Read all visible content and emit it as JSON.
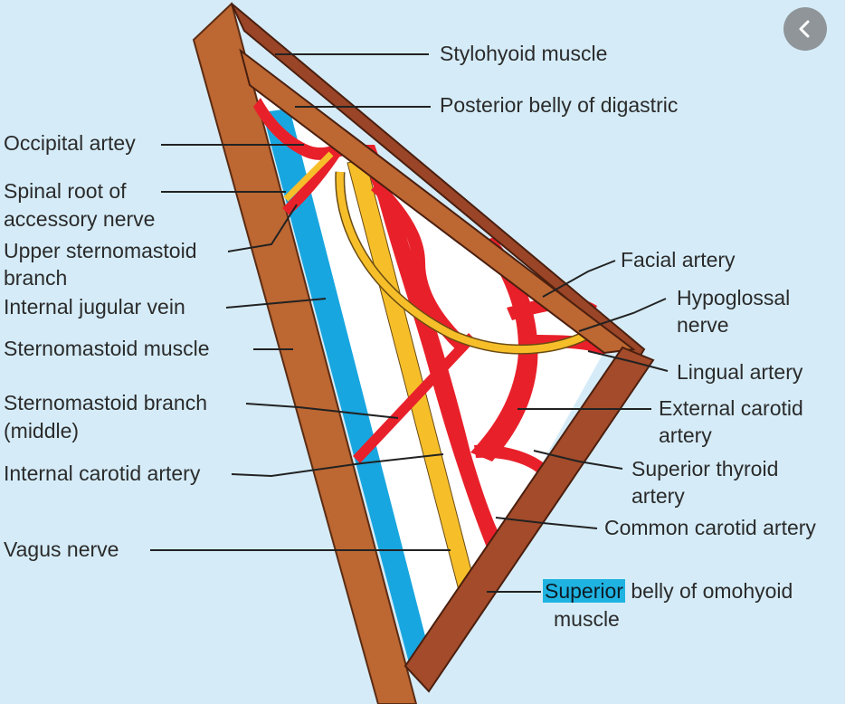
{
  "colors": {
    "background": "#d5ecf8",
    "muscle_outer": "#b9652e",
    "muscle_dark": "#8a3d22",
    "artery": "#e8202a",
    "vein": "#18a6e0",
    "nerve": "#f6bf2a",
    "label_text": "#2b2b2b",
    "highlight": "#1fb3e2",
    "back_button": "#8f9599"
  },
  "back_button": {
    "icon": "chevron-left-icon"
  },
  "labels": {
    "stylohyoid_muscle": "Stylohyoid muscle",
    "posterior_belly_of_digastric": "Posterior belly of digastric",
    "occipital_artery": "Occipital artey",
    "spinal_root_line1": "Spinal root of",
    "spinal_root_line2": "accessory nerve",
    "upper_sternomastoid_line1": "Upper sternomastoid",
    "upper_sternomastoid_line2": "branch",
    "internal_jugular_vein": "Internal jugular vein",
    "sternomastoid_muscle": "Sternomastoid muscle",
    "sternomastoid_branch_line1": "Sternomastoid branch",
    "sternomastoid_branch_line2": "(middle)",
    "internal_carotid_artery": "Internal carotid artery",
    "vagus_nerve": "Vagus nerve",
    "facial_artery": "Facial artery",
    "hypoglossal_line1": "Hypoglossal",
    "hypoglossal_line2": "nerve",
    "lingual_artery": "Lingual artery",
    "external_carotid_line1": "External carotid",
    "external_carotid_line2": "artery",
    "superior_thyroid_line1": "Superior thyroid",
    "superior_thyroid_line2": "artery",
    "common_carotid_artery": "Common carotid artery",
    "omohyoid_highlight": "Superior",
    "omohyoid_rest": " belly of omohyoid",
    "omohyoid_line2": "muscle"
  }
}
